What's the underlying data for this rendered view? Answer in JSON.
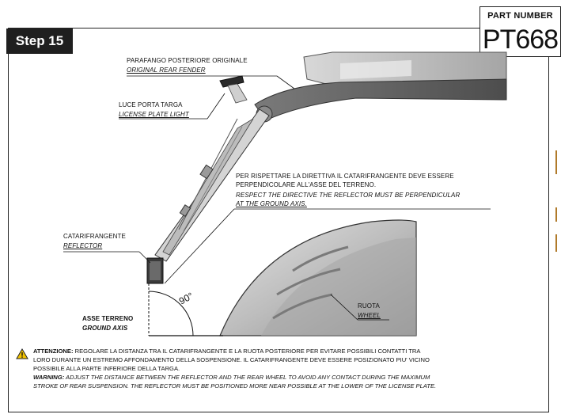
{
  "step": {
    "label": "Step 15"
  },
  "part": {
    "label": "PART NUMBER",
    "number": "PT668"
  },
  "labels": {
    "fender_it": "PARAFANGO POSTERIORE ORIGINALE",
    "fender_en": "ORIGINAL REAR FENDER",
    "light_it": "LUCE PORTA TARGA",
    "light_en": "LICENSE PLATE LIGHT",
    "directive_it_1": "PER RISPETTARE LA DIRETTIVA IL CATARIFRANGENTE DEVE ESSERE",
    "directive_it_2": "PERPENDICOLARE ALL'ASSE DEL TERRENO.",
    "directive_en_1": "RESPECT THE DIRECTIVE THE REFLECTOR MUST BE PERPENDICULAR",
    "directive_en_2": "AT THE GROUND AXIS.",
    "reflector_it": "CATARIFRANGENTE",
    "reflector_en": "REFLECTOR",
    "ground_it": "ASSE TERRENO",
    "ground_en": "GROUND AXIS",
    "wheel_it": "RUOTA",
    "wheel_en": "WHEEL",
    "angle": "90°"
  },
  "warning": {
    "icon": "warning-triangle-icon",
    "attention_title": "ATTENZIONE:",
    "attention_line1": " REGOLARE LA DISTANZA TRA IL CATARIFRANGENTE E LA RUOTA POSTERIORE PER EVITARE POSSIBILI CONTATTI TRA",
    "attention_line2": "LORO DURANTE UN ESTREMO AFFONDAMENTO DELLA SOSPENSIONE. IL CATARIFRANGENTE DEVE ESSERE POSIZIONATO PIU' VICINO",
    "attention_line3": "POSSIBILE ALLA PARTE INFERIORE DELLA TARGA.",
    "warning_title": "WARNING:",
    "warning_line1": " ADJUST THE DISTANCE BETWEEN THE REFLECTOR AND THE REAR WHEEL TO AVOID ANY CONTACT DURING THE MAXIMUM",
    "warning_line2": "STROKE OF REAR SUSPENSION. THE REFLECTOR MUST BE POSITIONED MORE NEAR POSSIBLE AT THE LOWER OF THE LICENSE PLATE."
  },
  "colors": {
    "badge": "#1f1f1f",
    "warning_yellow": "#f2c200",
    "edge_accent": "#b07a2a"
  }
}
